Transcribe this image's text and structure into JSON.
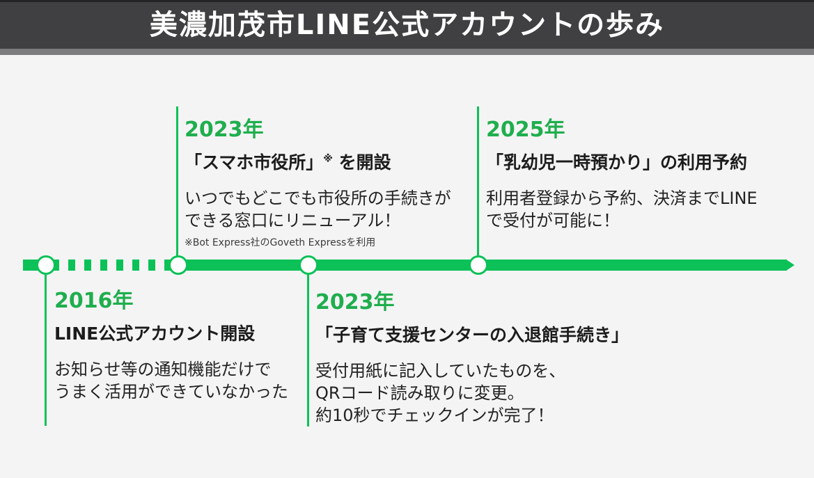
{
  "header": {
    "title": "美濃加茂市LINE公式アカウントの歩み"
  },
  "colors": {
    "green": "#0cc157",
    "green_text": "#1fae4d",
    "header_bg": "#404042",
    "header_top_edge": "#242426",
    "divider": "#7c7c7e",
    "page_bg": "#f4f4f5",
    "heading_text": "#1c1c1c",
    "body_text": "#222222"
  },
  "timeline": {
    "direction": "left-to-right",
    "style_note": "dashed segment between 2016 and first 2023 node, solid afterwards, arrow head at right end",
    "events": [
      {
        "position": "below",
        "year": "2016年",
        "title": "LINE公式アカウント開設",
        "body": "お知らせ等の通知機能だけで\nうまく活用ができていなかった"
      },
      {
        "position": "above",
        "year": "2023年",
        "title": "「スマホ市役所」",
        "title_sup": "※",
        "title_suffix": " を開設",
        "body": "いつでもどこでも市役所の手続きが\nできる窓口にリニューアル！",
        "footnote": "※Bot Express社のGoveth Expressを利用"
      },
      {
        "position": "below",
        "year": "2023年",
        "title": "「子育て支援センターの入退館手続き」",
        "body": "受付用紙に記入していたものを、\nQRコード読み取りに変更。\n約10秒でチェックインが完了！"
      },
      {
        "position": "above",
        "year": "2025年",
        "title": "「乳幼児一時預かり」の利用予約",
        "body": "利用者登録から予約、決済までLINE\nで受付が可能に！"
      }
    ]
  }
}
